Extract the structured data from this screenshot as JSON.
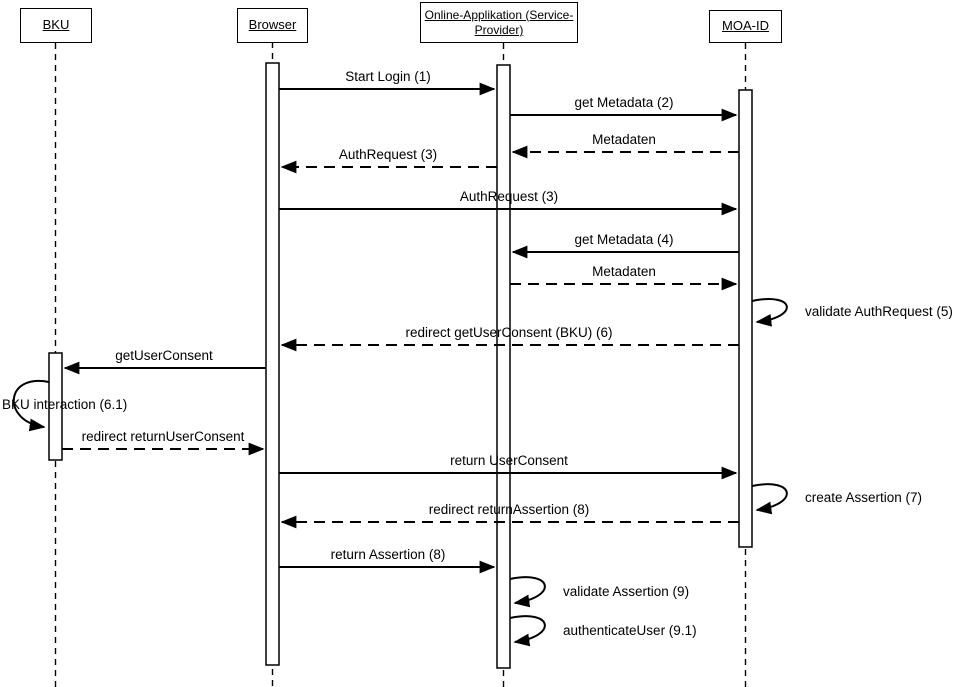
{
  "actors": [
    {
      "label": "BKU"
    },
    {
      "label": "Browser"
    },
    {
      "label": "Online-Applikation (Service-Provider)"
    },
    {
      "label": "MOA-ID"
    }
  ],
  "messages": [
    {
      "label": "Start Login (1)",
      "from": "Browser",
      "to": "Online-Applikation (Service-Provider)",
      "style": "solid"
    },
    {
      "label": "get Metadata (2)",
      "from": "Online-Applikation (Service-Provider)",
      "to": "MOA-ID",
      "style": "solid"
    },
    {
      "label": "Metadaten",
      "from": "MOA-ID",
      "to": "Online-Applikation (Service-Provider)",
      "style": "dashed"
    },
    {
      "label": "AuthRequest (3)",
      "from": "Online-Applikation (Service-Provider)",
      "to": "Browser",
      "style": "dashed"
    },
    {
      "label": "AuthRequest (3)",
      "from": "Browser",
      "to": "MOA-ID",
      "style": "solid"
    },
    {
      "label": "get Metadata (4)",
      "from": "MOA-ID",
      "to": "Online-Applikation (Service-Provider)",
      "style": "solid"
    },
    {
      "label": "Metadaten",
      "from": "Online-Applikation (Service-Provider)",
      "to": "MOA-ID",
      "style": "dashed"
    },
    {
      "label": "validate AuthRequest (5)",
      "from": "MOA-ID",
      "to": "MOA-ID",
      "style": "self"
    },
    {
      "label": "redirect getUserConsent (BKU) (6)",
      "from": "MOA-ID",
      "to": "Browser",
      "style": "dashed"
    },
    {
      "label": "getUserConsent",
      "from": "Browser",
      "to": "BKU",
      "style": "solid"
    },
    {
      "label": "BKU interaction (6.1)",
      "from": "BKU",
      "to": "BKU",
      "style": "self"
    },
    {
      "label": "redirect returnUserConsent",
      "from": "BKU",
      "to": "Browser",
      "style": "dashed"
    },
    {
      "label": "return UserConsent",
      "from": "Browser",
      "to": "MOA-ID",
      "style": "solid"
    },
    {
      "label": "create Assertion (7)",
      "from": "MOA-ID",
      "to": "MOA-ID",
      "style": "self"
    },
    {
      "label": "redirect returnAssertion (8)",
      "from": "MOA-ID",
      "to": "Browser",
      "style": "dashed"
    },
    {
      "label": "return Assertion (8)",
      "from": "Browser",
      "to": "Online-Applikation (Service-Provider)",
      "style": "solid"
    },
    {
      "label": "validate Assertion (9)",
      "from": "Online-Applikation (Service-Provider)",
      "to": "Online-Applikation (Service-Provider)",
      "style": "self"
    },
    {
      "label": "authenticateUser (9.1)",
      "from": "Online-Applikation (Service-Provider)",
      "to": "Online-Applikation (Service-Provider)",
      "style": "self"
    }
  ],
  "colors": {
    "line": "#000000",
    "background": "#ffffff",
    "box_fill": "#ffffff"
  }
}
